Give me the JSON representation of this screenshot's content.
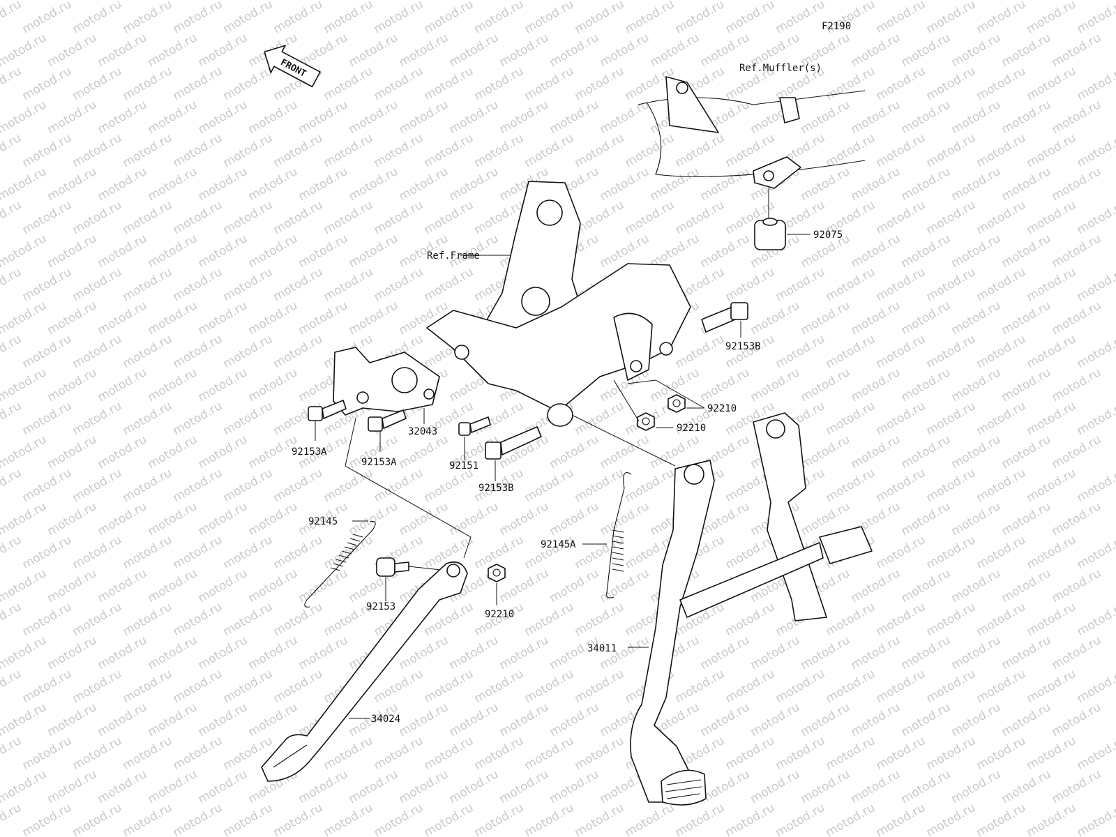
{
  "diagram": {
    "figure_code": "F2190",
    "front_label": "FRONT",
    "watermark": "motod.ru",
    "callouts": [
      {
        "id": "ref-muffler",
        "text": "Ref.Muffler(s)"
      },
      {
        "id": "ref-frame",
        "text": "Ref.Frame"
      },
      {
        "id": "92075",
        "text": "92075"
      },
      {
        "id": "92153B-top",
        "text": "92153B"
      },
      {
        "id": "92210-right",
        "text": "92210"
      },
      {
        "id": "92210-mid",
        "text": "92210"
      },
      {
        "id": "32043",
        "text": "32043"
      },
      {
        "id": "92153A-left",
        "text": "92153A"
      },
      {
        "id": "92153A-right",
        "text": "92153A"
      },
      {
        "id": "92151",
        "text": "92151"
      },
      {
        "id": "92153B-bottom",
        "text": "92153B"
      },
      {
        "id": "92145",
        "text": "92145"
      },
      {
        "id": "92153",
        "text": "92153"
      },
      {
        "id": "92210-bottom",
        "text": "92210"
      },
      {
        "id": "92145A",
        "text": "92145A"
      },
      {
        "id": "34011",
        "text": "34011"
      },
      {
        "id": "34024",
        "text": "34024"
      }
    ]
  }
}
